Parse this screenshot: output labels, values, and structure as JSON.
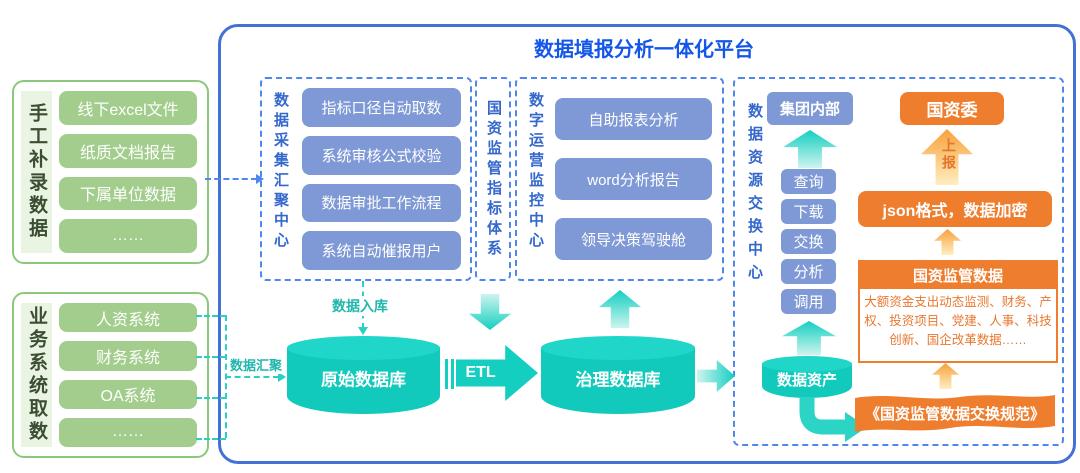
{
  "platform": {
    "title": "数据填报分析一体化平台"
  },
  "left_groups": [
    {
      "label": "手工补录数据",
      "items": [
        "线下excel文件",
        "纸质文档报告",
        "下属单位数据",
        "……"
      ]
    },
    {
      "label": "业务系统取数",
      "items": [
        "人资系统",
        "财务系统",
        "OA系统",
        "……"
      ]
    }
  ],
  "centers": {
    "collection": {
      "label": "数据采集汇聚中心",
      "items": [
        "指标口径自动取数",
        "系统审核公式校验",
        "数据审批工作流程",
        "系统自动催报用户"
      ]
    },
    "indicator_system": {
      "label": "国资监管指标体系"
    },
    "monitoring": {
      "label": "数字运营监控中心",
      "items": [
        "自助报表分析",
        "word分析报告",
        "领导决策驾驶舱"
      ]
    },
    "exchange": {
      "label": "数据资源交换中心",
      "internal": {
        "title": "集团内部",
        "actions": [
          "查询",
          "下载",
          "交换",
          "分析",
          "调用"
        ],
        "asset_db": "数据资产"
      },
      "external": {
        "target": "国资委",
        "report_label": "上报",
        "format_box": "json格式，数据加密",
        "data_block": {
          "title": "国资监管数据",
          "body": "大额资金支出动态监测、财务、产权、投资项目、党建、人事、科技创新、国企改革数据……"
        },
        "spec_banner": "《国资监管数据交换规范》"
      }
    }
  },
  "flow": {
    "ingest_label": "数据入库",
    "aggregate_label": "数据汇聚",
    "raw_db": "原始数据库",
    "etl_label": "ETL",
    "governed_db": "治理数据库"
  },
  "colors": {
    "green_fill": "#a2cd8c",
    "green_border": "#8cc87c",
    "blue_fill": "#7e99d5",
    "blue_dashed": "#4f87ef",
    "title_blue": "#1457e8",
    "teal": "#14cec0",
    "orange": "#ee7d2e",
    "arrow_yellow": "#f8a13c"
  }
}
